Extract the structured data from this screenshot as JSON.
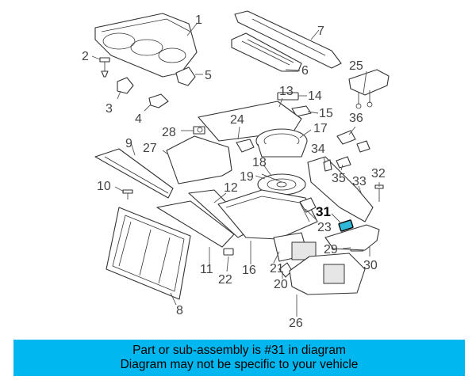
{
  "callouts": [
    "1",
    "2",
    "3",
    "4",
    "5",
    "6",
    "7",
    "8",
    "9",
    "10",
    "11",
    "12",
    "13",
    "14",
    "15",
    "16",
    "17",
    "18",
    "19",
    "20",
    "21",
    "22",
    "23",
    "24",
    "25",
    "26",
    "27",
    "28",
    "29",
    "30",
    "31",
    "32",
    "33",
    "34",
    "35",
    "36"
  ],
  "highlight_callout": "31",
  "banner": {
    "line1": "Part or sub-assembly is #31 in diagram",
    "line2": "Diagram may not be specific to your vehicle"
  },
  "colors": {
    "banner_background": "#00b7ef",
    "highlight_part": "#2fb8d8"
  }
}
